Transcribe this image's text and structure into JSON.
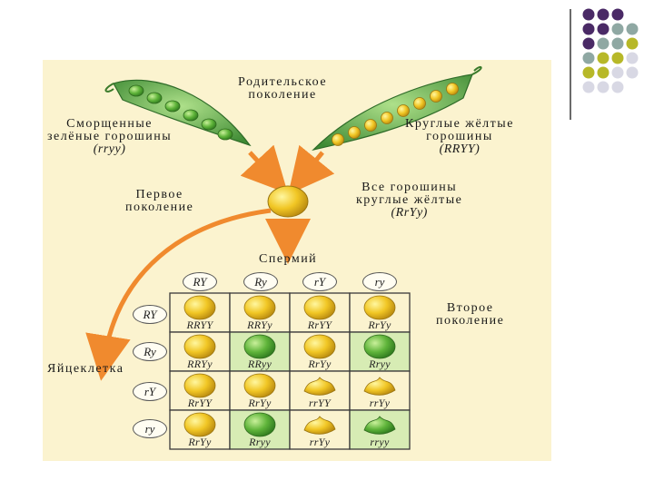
{
  "decor": {
    "dot_colors": [
      "#4a2a66",
      "#8fa8a3",
      "#b7b828",
      "#d8d8e4"
    ]
  },
  "labels": {
    "parent_gen": [
      "Родительское",
      "поколение"
    ],
    "wrinkled": [
      "Сморщенные",
      "зелёные горошины"
    ],
    "wrinkled_genotype": "(rryy)",
    "round": [
      "Круглые жёлтые",
      "горошины"
    ],
    "round_genotype": "(RRYY)",
    "first_gen": [
      "Первое",
      "поколение"
    ],
    "all_peas": [
      "Все горошины",
      "круглые жёлтые"
    ],
    "all_peas_genotype": "(RrYy)",
    "sperm": "Спермий",
    "egg": "Яйцеклетка",
    "second_gen": [
      "Второе",
      "поколение"
    ]
  },
  "sperm_gametes": [
    "RY",
    "Ry",
    "rY",
    "ry"
  ],
  "egg_gametes": [
    "RY",
    "Ry",
    "rY",
    "ry"
  ],
  "punnett": [
    [
      {
        "genotype": "RRYY",
        "pea": "yellow-round"
      },
      {
        "genotype": "RRYy",
        "pea": "yellow-round"
      },
      {
        "genotype": "RrYY",
        "pea": "yellow-round"
      },
      {
        "genotype": "RrYy",
        "pea": "yellow-round"
      }
    ],
    [
      {
        "genotype": "RRYy",
        "pea": "yellow-round"
      },
      {
        "genotype": "RRyy",
        "pea": "green-round"
      },
      {
        "genotype": "RrYy",
        "pea": "yellow-round"
      },
      {
        "genotype": "Rryy",
        "pea": "green-round"
      }
    ],
    [
      {
        "genotype": "RrYY",
        "pea": "yellow-round"
      },
      {
        "genotype": "RrYy",
        "pea": "yellow-round"
      },
      {
        "genotype": "rrYY",
        "pea": "yellow-wrinkled"
      },
      {
        "genotype": "rrYy",
        "pea": "yellow-wrinkled"
      }
    ],
    [
      {
        "genotype": "RrYy",
        "pea": "yellow-round"
      },
      {
        "genotype": "Rryy",
        "pea": "green-round"
      },
      {
        "genotype": "rrYy",
        "pea": "yellow-wrinkled"
      },
      {
        "genotype": "rryy",
        "pea": "green-wrinkled"
      }
    ]
  ],
  "colors": {
    "panel": "#fbf3cf",
    "arrow": "#f08a2e",
    "cell": "#fbf3cf",
    "cell_green": "#d7ecb4",
    "grid": "#3a3a3a"
  }
}
